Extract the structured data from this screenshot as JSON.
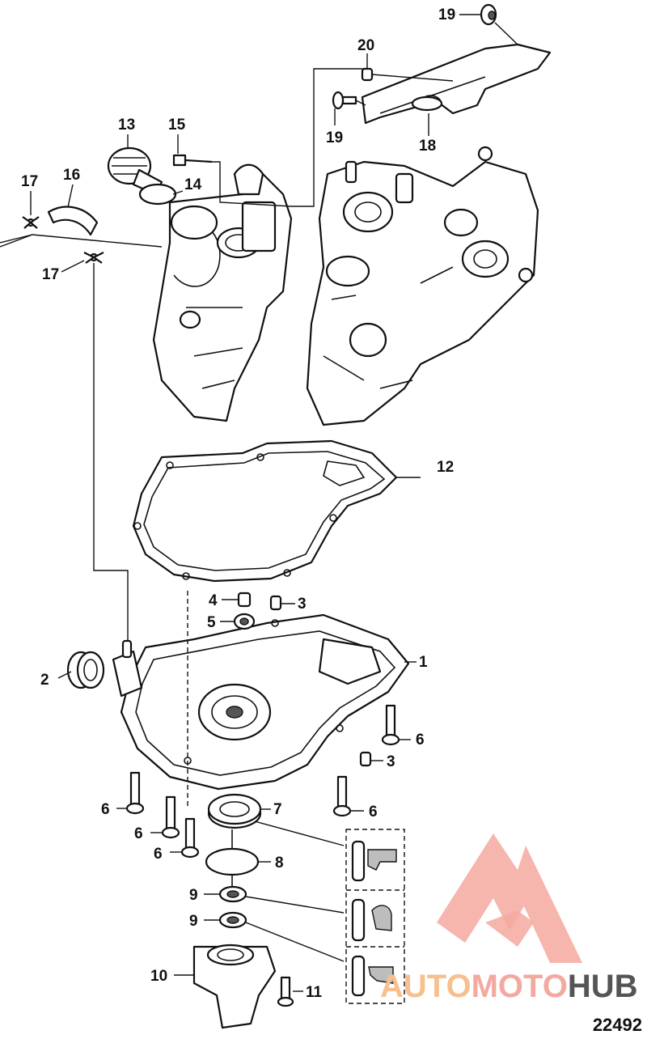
{
  "diagram": {
    "number": "22492",
    "callouts": [
      {
        "id": "c19a",
        "label": "19"
      },
      {
        "id": "c20",
        "label": "20"
      },
      {
        "id": "c19b",
        "label": "19"
      },
      {
        "id": "c18",
        "label": "18"
      },
      {
        "id": "c13",
        "label": "13"
      },
      {
        "id": "c15",
        "label": "15"
      },
      {
        "id": "c17a",
        "label": "17"
      },
      {
        "id": "c16",
        "label": "16"
      },
      {
        "id": "c14",
        "label": "14"
      },
      {
        "id": "c17b",
        "label": "17"
      },
      {
        "id": "c12",
        "label": "12"
      },
      {
        "id": "c4",
        "label": "4"
      },
      {
        "id": "c3a",
        "label": "3"
      },
      {
        "id": "c5",
        "label": "5"
      },
      {
        "id": "c1",
        "label": "1"
      },
      {
        "id": "c2",
        "label": "2"
      },
      {
        "id": "c6a",
        "label": "6"
      },
      {
        "id": "c3b",
        "label": "3"
      },
      {
        "id": "c6b",
        "label": "6"
      },
      {
        "id": "c7",
        "label": "7"
      },
      {
        "id": "c6c",
        "label": "6"
      },
      {
        "id": "c6d",
        "label": "6"
      },
      {
        "id": "c6e",
        "label": "6"
      },
      {
        "id": "c8",
        "label": "8"
      },
      {
        "id": "c9a",
        "label": "9"
      },
      {
        "id": "c9b",
        "label": "9"
      },
      {
        "id": "c10",
        "label": "10"
      },
      {
        "id": "c11",
        "label": "11"
      }
    ]
  },
  "watermark": {
    "part1": "AUTO",
    "part2": "MOTO",
    "part3": "HUB",
    "colors": {
      "primary": "#f4a9a0",
      "secondary": "#f6c08f",
      "dark": "#555555"
    }
  }
}
